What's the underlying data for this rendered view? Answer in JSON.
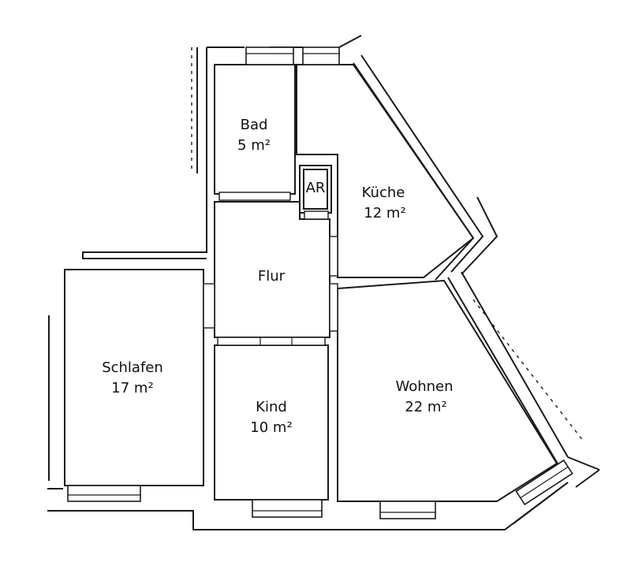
{
  "rooms": [
    {
      "id": "bad",
      "name": "Bad",
      "area": "5 m²"
    },
    {
      "id": "ar",
      "name": "AR",
      "area": ""
    },
    {
      "id": "kueche",
      "name": "Küche",
      "area": "12 m²"
    },
    {
      "id": "flur",
      "name": "Flur",
      "area": ""
    },
    {
      "id": "schlafen",
      "name": "Schlafen",
      "area": "17 m²"
    },
    {
      "id": "kind",
      "name": "Kind",
      "area": "10 m²"
    },
    {
      "id": "wohnen",
      "name": "Wohnen",
      "area": "22 m²"
    }
  ],
  "colors": {
    "ink": "#1a1a1a",
    "paper": "#ffffff"
  }
}
